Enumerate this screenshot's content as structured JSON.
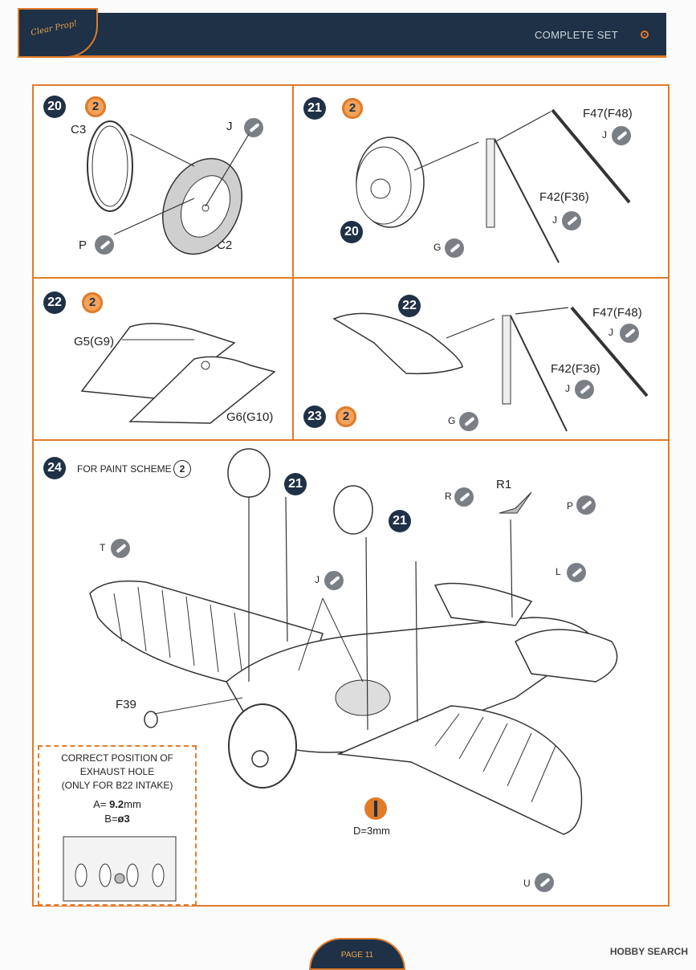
{
  "header": {
    "title": "COMPLETE SET",
    "logo_text": "Clear Prop!"
  },
  "steps": {
    "s20": {
      "num": "20",
      "scheme": "2",
      "labels": {
        "c3": "C3",
        "j": "J",
        "p": "P",
        "c2": "C2"
      }
    },
    "s21": {
      "num": "21",
      "scheme": "2",
      "labels": {
        "f47": "F47(F48)",
        "j1": "J",
        "f42": "F42(F36)",
        "j2": "J",
        "g": "G",
        "ref20": "20"
      }
    },
    "s22": {
      "num": "22",
      "scheme": "2",
      "labels": {
        "g5": "G5(G9)",
        "g6": "G6(G10)"
      }
    },
    "s23": {
      "num": "23",
      "scheme": "2",
      "labels": {
        "ref22": "22",
        "f47": "F47(F48)",
        "j1": "J",
        "f42": "F42(F36)",
        "j2": "J",
        "g": "G"
      }
    },
    "s24": {
      "num": "24",
      "for_text": "FOR  PAINT SCHEME",
      "scheme": "2",
      "labels": {
        "ref21a": "21",
        "ref21b": "21",
        "r": "R",
        "r1": "R1",
        "p": "P",
        "t": "T",
        "j": "J",
        "l": "L",
        "f39": "F39",
        "u": "U",
        "d": "D=3mm"
      }
    }
  },
  "note": {
    "title_lines": [
      "CORRECT POSITION OF",
      "EXHAUST HOLE",
      "(ONLY FOR B22 INTAKE)"
    ],
    "a_label": "A=",
    "a_value": "9.2",
    "a_unit": "mm",
    "b_label": "B=",
    "b_value": "ø3"
  },
  "footer": {
    "page": "PAGE 11",
    "watermark": "HOBBY SEARCH"
  },
  "colors": {
    "accent": "#e07b2a",
    "navy": "#1f3146",
    "paint_grey": "#7a7f86"
  }
}
